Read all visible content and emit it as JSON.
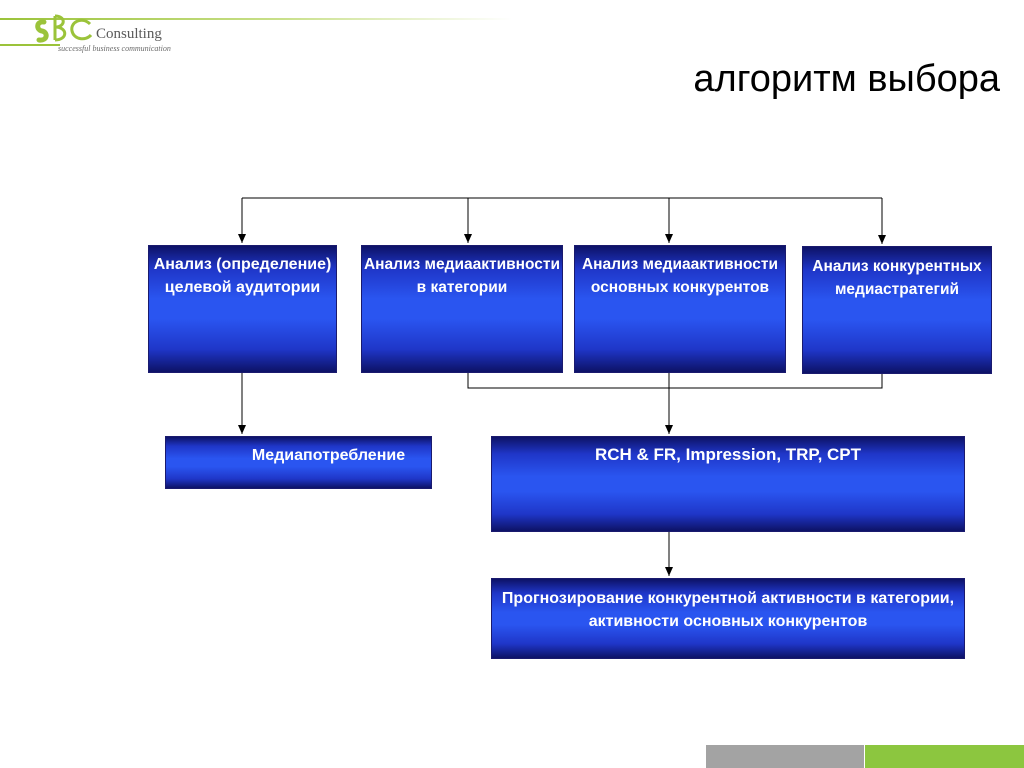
{
  "logo": {
    "mark": "SBC",
    "name": "Consulting",
    "tagline": "successful business communication"
  },
  "title": "алгоритм выбора",
  "boxes": {
    "target_audience": "Анализ (определение) целевой аудитории",
    "category_activity": "Анализ медиаактивности в категории",
    "competitor_activity": "Анализ медиаактивности основных конкурентов",
    "competitor_strategies": "Анализ конкурентных медиастратегий",
    "media_consumption": "Медиапотребление",
    "metrics": "RCH & FR, Impression, TRP, CPT",
    "forecast": "Прогнозирование конкурентной активности в категории, активности основных конкурентов"
  },
  "colors": {
    "box_fill": "#2a55f0",
    "box_edge": "#0d1266",
    "logo_green": "#9bc33a",
    "footer_gray": "#a3a3a3",
    "footer_green": "#8cc63f"
  }
}
